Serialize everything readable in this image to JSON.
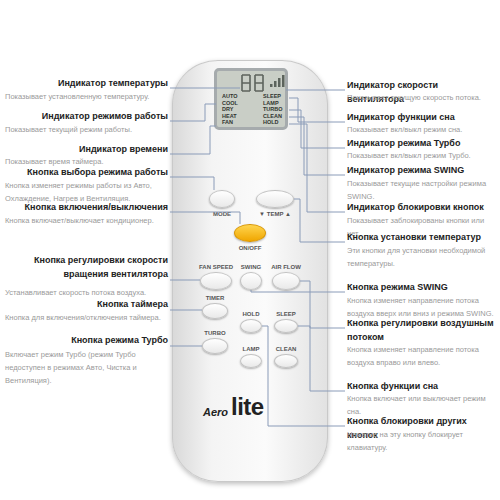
{
  "diagram": {
    "nodes": [
      {
        "text": [
          "Aero",
          "lite"
        ]
      },
      {
        "text": [
          "AUTO COOL DRY HEAT FAN",
          "SLEEP LAMP TURBO CLEAN HOLD"
        ],
        "in": 0
      },
      {
        "text": [
          "MODE"
        ],
        "in": 0
      },
      {
        "text": [
          "▼ TEMP ▲"
        ],
        "in": 0
      },
      {
        "text": [
          "ON/OFF"
        ],
        "in": 0
      },
      {
        "text": [
          "FAN SPEED"
        ],
        "in": 0
      },
      {
        "text": [
          "SWING"
        ],
        "in": 0
      },
      {
        "text": [
          "AIR FLOW"
        ],
        "in": 0
      },
      {
        "text": [
          "TIMER"
        ],
        "in": 0
      },
      {
        "text": [
          "HOLD"
        ],
        "in": 0
      },
      {
        "text": [
          "SLEEP"
        ],
        "in": 0
      },
      {
        "text": [
          "TURBO"
        ],
        "in": 0
      },
      {
        "text": [
          "LAMP"
        ],
        "in": 0
      },
      {
        "text": [
          "CLEAN"
        ],
        "in": 0
      }
    ],
    "labels": [
      "Индикатор температуры",
      "Показывает установленную температуру.",
      "Индикатор режимов работы",
      "Показывает текущий режим работы.",
      "Индикатор времени",
      "Показывает время таймера.",
      "Кнопка выбора режима работы",
      "Кнопка изменяет режимы работы из Авто, Охлаждение, Нагрев и Вентиляция.",
      "Кнопка включения/выключения",
      "Кнопка включает/выключает кондиционер.",
      "Кнопка регулировки скорости вращения вентилятора",
      "Устанавливает скорость потока воздуха.",
      "Кнопка таймера",
      "Кнопка для включения/отключения таймера.",
      "Кнопка режима Турбо",
      "Включает режим Турбо (режим Турбо недоступен в режимах Авто, Чистка и Вентиляция).",
      "Индикатор скорости вентилятора",
      "Показывает текущую скорость потока.",
      "Индикатор функции сна",
      "Показывает вкл/выкл режим сна.",
      "Индикатор режима Турбо",
      "Показывает вкл/выкл режим Турбо.",
      "Индикатор режима SWING",
      "Показывает текущие настройки режима SWING.",
      "Индикатор блокировки кнопок",
      "Показывает заблокированы кнопки или нет.",
      "Кнопка установки температур",
      "Эти кнопки для установки необходимой температуры.",
      "Кнопка режима SWING",
      "Кнопка изменяет направление потока воздуха вверх или вниз и режима SWING.",
      "Кнопка регулировки воздушным потоком",
      "Кнопка изменяет направление потока воздуха вправо или влево.",
      "Кнопка функции сна",
      "Кнопка включает или выключает режим сна.",
      "Кнопка блокировки других кнопок",
      "Нажатие на эту кнопку блокирует клавиатуру."
    ]
  }
}
